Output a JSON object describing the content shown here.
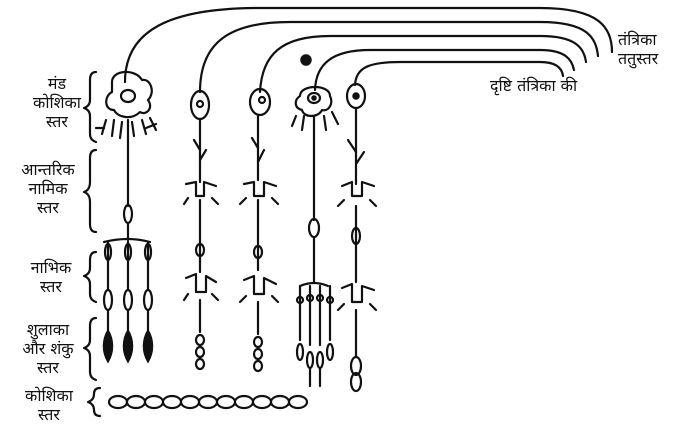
{
  "colors": {
    "ink": "#111111",
    "background": "#ffffff"
  },
  "layers": {
    "ganglion": {
      "line1": "मंड",
      "line2": "कोशिका",
      "line3": "स्तर"
    },
    "inner_plexiform": {
      "line1": "आन्तरिक",
      "line2": "नामिक",
      "line3": "स्तर"
    },
    "nuclear": {
      "line1": "नाभिक",
      "line2": "स्तर"
    },
    "rods_cones": {
      "line1": "शुलाका",
      "line2": "और शंकु",
      "line3": "स्तर"
    },
    "pigment_cell": {
      "line1": "कोशिका",
      "line2": "स्तर"
    }
  },
  "right_labels": {
    "nerve_fiber_line1": "तंत्रिका",
    "nerve_fiber_line2": "ततुस्तर",
    "optic_nerve": "दृष्टि तंत्रिका की"
  }
}
